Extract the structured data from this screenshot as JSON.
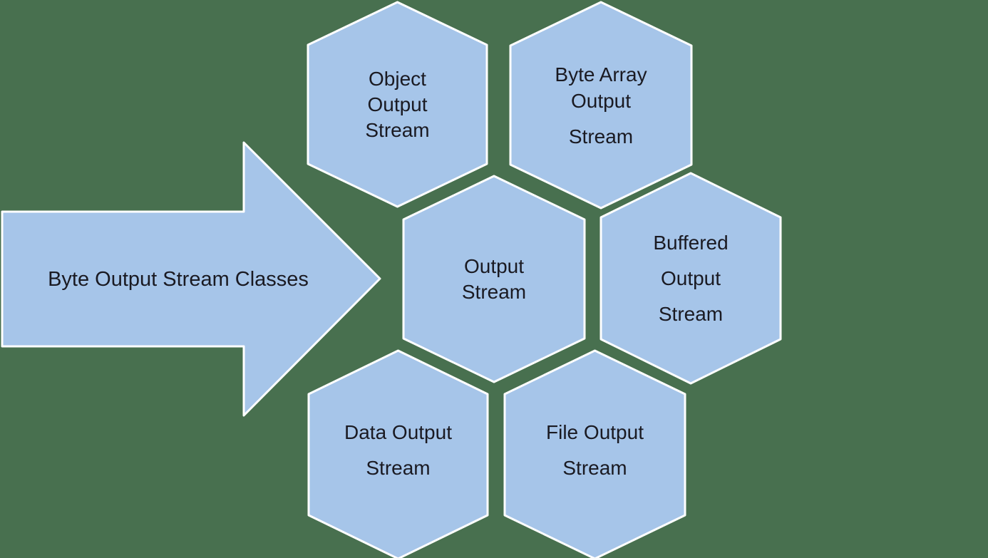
{
  "diagram": {
    "colors": {
      "background": "#48704F",
      "shape_fill": "#A6C5E9",
      "shape_border": "#FFFFFF",
      "text": "#1A1A22"
    },
    "arrow": {
      "label": "Byte Output Stream Classes"
    },
    "hexagons": [
      {
        "id": "object-output-stream",
        "label": "Object Output Stream",
        "lines": [
          "Object",
          "Output",
          "Stream"
        ]
      },
      {
        "id": "byte-array-output-stream",
        "label": "Byte Array Output Stream",
        "lines": [
          "Byte Array",
          "Output",
          "Stream"
        ]
      },
      {
        "id": "output-stream",
        "label": "Output Stream",
        "lines": [
          "Output",
          "Stream"
        ]
      },
      {
        "id": "buffered-output-stream",
        "label": "Buffered Output Stream",
        "lines": [
          "Buffered",
          "Output",
          "Stream"
        ]
      },
      {
        "id": "data-output-stream",
        "label": "Data Output Stream",
        "lines": [
          "Data Output",
          "Stream"
        ]
      },
      {
        "id": "file-output-stream",
        "label": "File Output Stream",
        "lines": [
          "File Output",
          "Stream"
        ]
      }
    ]
  }
}
